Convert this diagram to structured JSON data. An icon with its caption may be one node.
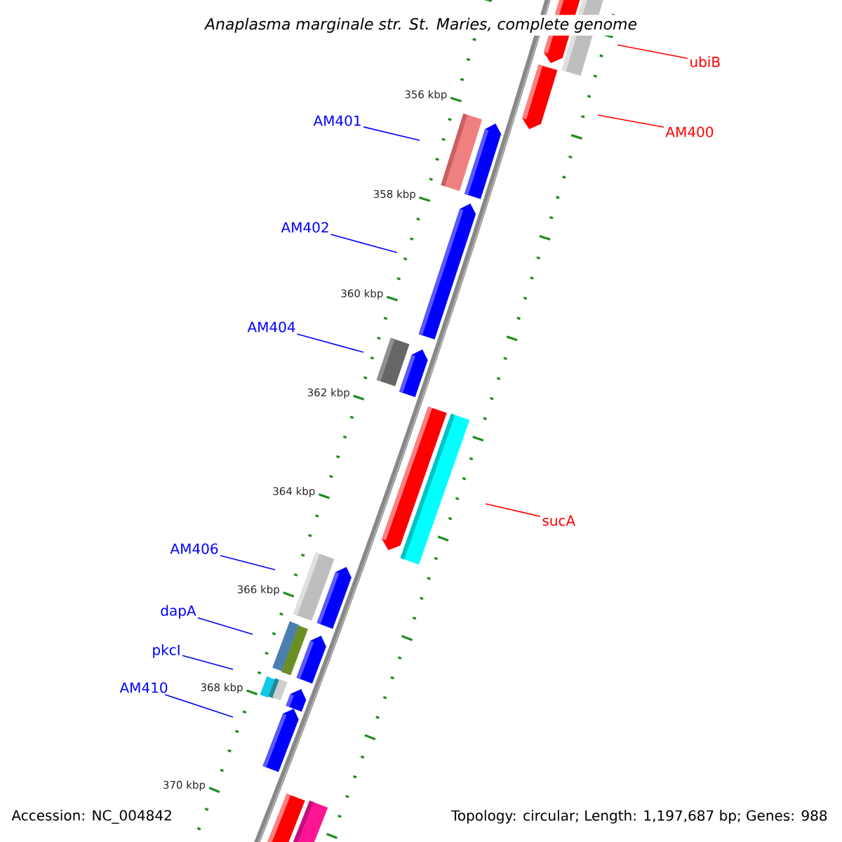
{
  "diagram": {
    "title": "Anaplasma marginale str. St. Maries, complete genome",
    "nodes": [
      {
        "text": [
          "ubiB"
        ]
      },
      {
        "text": [
          "AM401"
        ]
      },
      {
        "text": [
          "AM400"
        ]
      },
      {
        "text": [
          "AM402"
        ]
      },
      {
        "text": [
          "AM404"
        ]
      },
      {
        "text": [
          "sucA"
        ]
      },
      {
        "text": [
          "AM406"
        ]
      },
      {
        "text": [
          "dapA"
        ]
      },
      {
        "text": [
          "pkcI"
        ]
      },
      {
        "text": [
          "AM410"
        ]
      }
    ],
    "edges": [
      {
        "from": 0,
        "to": null,
        "arrow": "none",
        "color": "#ff0000"
      },
      {
        "from": 1,
        "to": null,
        "arrow": "none"
      },
      {
        "from": 2,
        "to": null,
        "arrow": "none",
        "color": "#ff0000"
      },
      {
        "from": 3,
        "to": null,
        "arrow": "none"
      },
      {
        "from": 4,
        "to": null,
        "arrow": "none"
      },
      {
        "from": 5,
        "to": null,
        "arrow": "none",
        "color": "#ff0000"
      },
      {
        "from": 6,
        "to": null,
        "arrow": "none"
      },
      {
        "from": 7,
        "to": null,
        "arrow": "none"
      },
      {
        "from": 8,
        "to": null,
        "arrow": "none"
      },
      {
        "from": 9,
        "to": null,
        "arrow": "none"
      }
    ],
    "labels": [
      "356 kbp",
      "358 kbp",
      "360 kbp",
      "362 kbp",
      "364 kbp",
      "366 kbp",
      "368 kbp",
      "370 kbp",
      "Accession: NC_004842",
      "Topology: circular; Length: 1,197,687 bp; Genes: 988"
    ]
  }
}
